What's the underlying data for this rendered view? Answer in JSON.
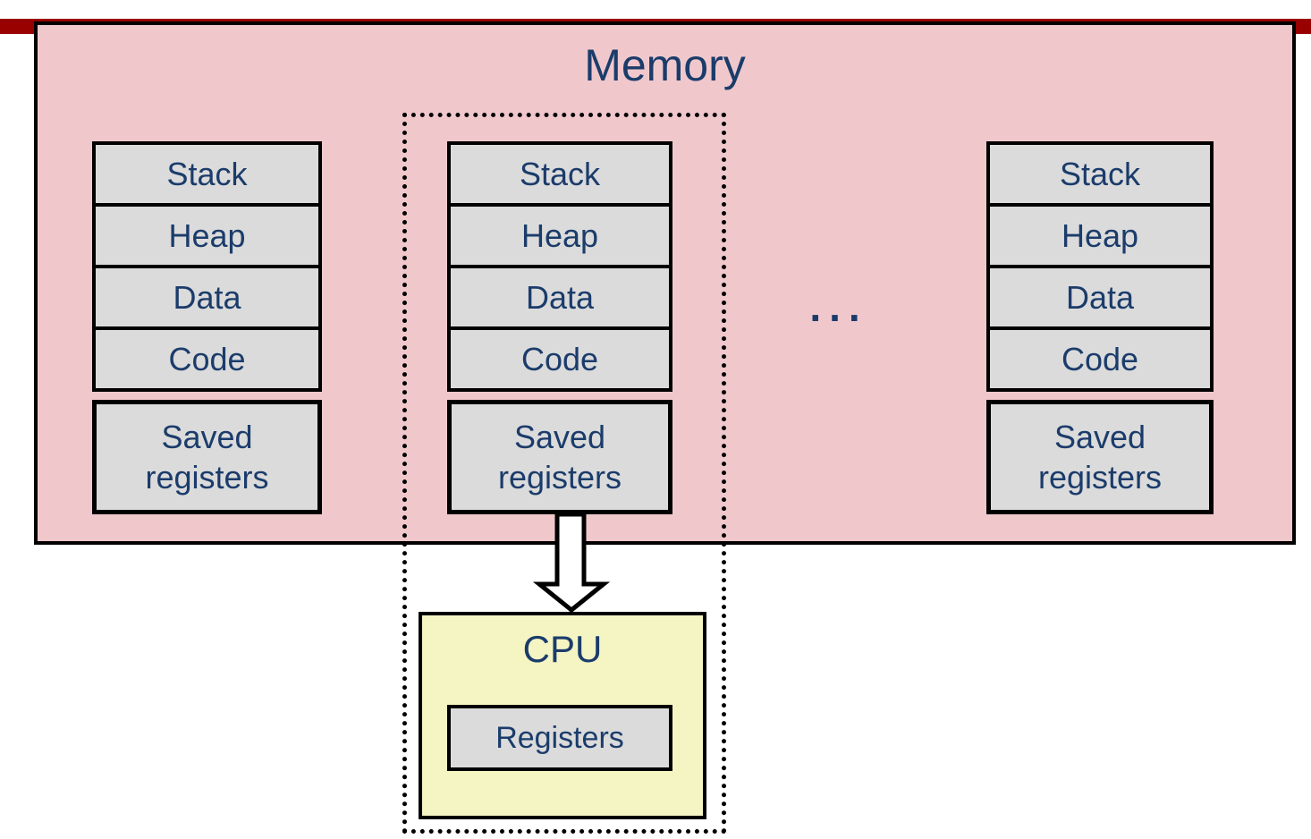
{
  "top_bar": {
    "color": "#990000"
  },
  "memory": {
    "title": "Memory",
    "fill": "#F0C8CC",
    "columns": [
      {
        "id": "left",
        "segments": [
          "Stack",
          "Heap",
          "Data",
          "Code"
        ],
        "saved_registers_label": "Saved registers"
      },
      {
        "id": "middle",
        "segments": [
          "Stack",
          "Heap",
          "Data",
          "Code"
        ],
        "saved_registers_label": "Saved registers"
      },
      {
        "id": "right",
        "segments": [
          "Stack",
          "Heap",
          "Data",
          "Code"
        ],
        "saved_registers_label": "Saved registers"
      }
    ],
    "ellipsis": "..."
  },
  "cpu": {
    "title": "CPU",
    "fill": "#F5F5C4",
    "registers_label": "Registers"
  },
  "icons": {
    "down_arrow": "block-arrow-down"
  },
  "colors": {
    "segment_fill": "#DBDBDB",
    "text": "#1B3C6B",
    "border": "#000000",
    "background": "#FFFFFF"
  }
}
